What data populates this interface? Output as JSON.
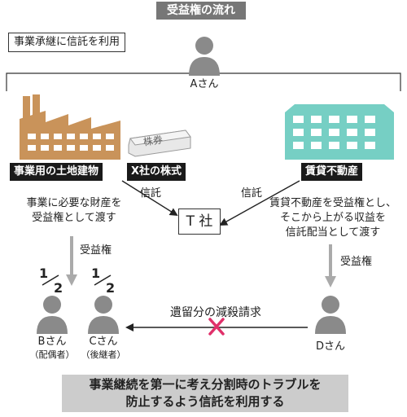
{
  "title": "受益権の流れ",
  "topic_label": "事業承継に信託を利用",
  "persons": {
    "a": "Aさん",
    "b": "Bさん",
    "b_note": "（配偶者）",
    "c": "Cさん",
    "c_note": "（後継者）",
    "d": "Dさん"
  },
  "assets": {
    "land_building": "事業用の土地建物",
    "stock_tag": "株券",
    "stock": "X社の株式",
    "rental": "賃貸不動産"
  },
  "trust_company": "T 社",
  "flows": {
    "trust_left": "信託",
    "trust_right": "信託",
    "left_desc_1": "事業に必要な財産を",
    "left_desc_2": "受益権として渡す",
    "left_beneficial": "受益権",
    "right_desc_1": "賃貸不動産を受益権とし、",
    "right_desc_2": "そこから上がる収益を",
    "right_desc_3": "信託配当として渡す",
    "right_beneficial": "受益権",
    "claim": "遺留分の減殺請求"
  },
  "fractions": {
    "b": {
      "num": "1",
      "den": "2"
    },
    "c": {
      "num": "1",
      "den": "2"
    }
  },
  "summary_1": "事業継続を第一に考え分割時のトラブルを",
  "summary_2": "防止するよう信託を利用する",
  "colors": {
    "factory": "#c9935a",
    "building": "#76cfc4",
    "person": "#8a8a8a",
    "cross": "#e0306a",
    "arrow_gray": "#aaaaaa",
    "summary_bg": "#cccccc"
  },
  "icons": [
    "person-icon",
    "factory-icon",
    "stock-certificate-icon",
    "office-building-icon",
    "cross-mark-icon"
  ]
}
